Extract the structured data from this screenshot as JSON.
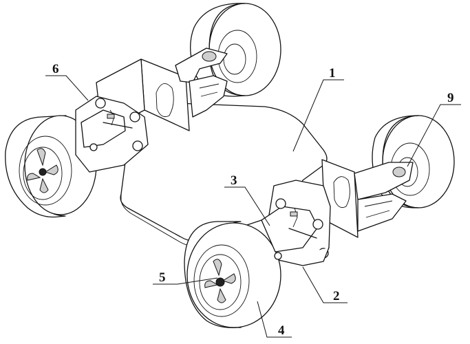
{
  "callouts": [
    {
      "id": "1",
      "label": "1"
    },
    {
      "id": "2",
      "label": "2"
    },
    {
      "id": "3",
      "label": "3"
    },
    {
      "id": "4",
      "label": "4"
    },
    {
      "id": "5",
      "label": "5"
    },
    {
      "id": "6",
      "label": "6"
    },
    {
      "id": "9",
      "label": "9"
    }
  ]
}
